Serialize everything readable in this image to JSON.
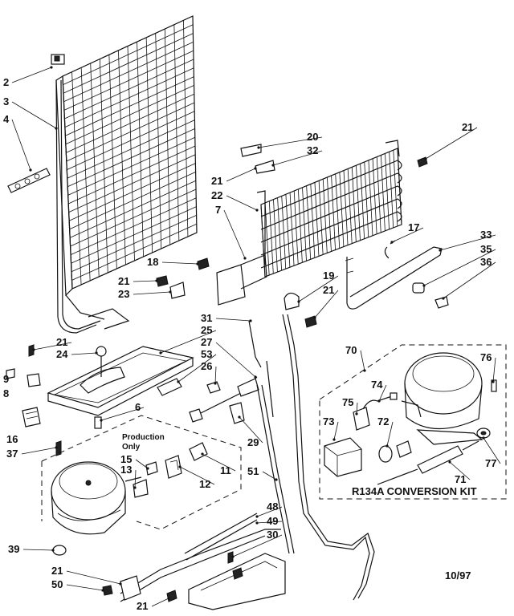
{
  "callouts": [
    {
      "id": "c2",
      "text": "2"
    },
    {
      "id": "c3",
      "text": "3"
    },
    {
      "id": "c4",
      "text": "4"
    },
    {
      "id": "c20",
      "text": "20"
    },
    {
      "id": "c32",
      "text": "32"
    },
    {
      "id": "c21a",
      "text": "21"
    },
    {
      "id": "c21b",
      "text": "21"
    },
    {
      "id": "c22",
      "text": "22"
    },
    {
      "id": "c7",
      "text": "7"
    },
    {
      "id": "c17",
      "text": "17"
    },
    {
      "id": "c33",
      "text": "33"
    },
    {
      "id": "c35",
      "text": "35"
    },
    {
      "id": "c36",
      "text": "36"
    },
    {
      "id": "c18",
      "text": "18"
    },
    {
      "id": "c19",
      "text": "19"
    },
    {
      "id": "c21c",
      "text": "21"
    },
    {
      "id": "c21d",
      "text": "21"
    },
    {
      "id": "c23",
      "text": "23"
    },
    {
      "id": "c31",
      "text": "31"
    },
    {
      "id": "c25",
      "text": "25"
    },
    {
      "id": "c27",
      "text": "27"
    },
    {
      "id": "c53",
      "text": "53"
    },
    {
      "id": "c26",
      "text": "26"
    },
    {
      "id": "c21e",
      "text": "21"
    },
    {
      "id": "c24",
      "text": "24"
    },
    {
      "id": "c9",
      "text": "9"
    },
    {
      "id": "c8",
      "text": "8"
    },
    {
      "id": "c6",
      "text": "6"
    },
    {
      "id": "c16",
      "text": "16"
    },
    {
      "id": "c37",
      "text": "37"
    },
    {
      "id": "c15",
      "text": "15"
    },
    {
      "id": "c13",
      "text": "13"
    },
    {
      "id": "c11",
      "text": "11"
    },
    {
      "id": "c12",
      "text": "12"
    },
    {
      "id": "c29",
      "text": "29"
    },
    {
      "id": "c51",
      "text": "51"
    },
    {
      "id": "c70",
      "text": "70"
    },
    {
      "id": "c76",
      "text": "76"
    },
    {
      "id": "c74",
      "text": "74"
    },
    {
      "id": "c75",
      "text": "75"
    },
    {
      "id": "c73",
      "text": "73"
    },
    {
      "id": "c72",
      "text": "72"
    },
    {
      "id": "c71",
      "text": "71"
    },
    {
      "id": "c77",
      "text": "77"
    },
    {
      "id": "c48",
      "text": "48"
    },
    {
      "id": "c49",
      "text": "49"
    },
    {
      "id": "c30",
      "text": "30"
    },
    {
      "id": "c39",
      "text": "39"
    },
    {
      "id": "c21f",
      "text": "21"
    },
    {
      "id": "c50",
      "text": "50"
    },
    {
      "id": "c21g",
      "text": "21"
    }
  ],
  "notes": {
    "production_only_line1": "Production",
    "production_only_line2": "Only",
    "kit_label": "R134A  CONVERSION  KIT",
    "date_code": "10/97"
  }
}
